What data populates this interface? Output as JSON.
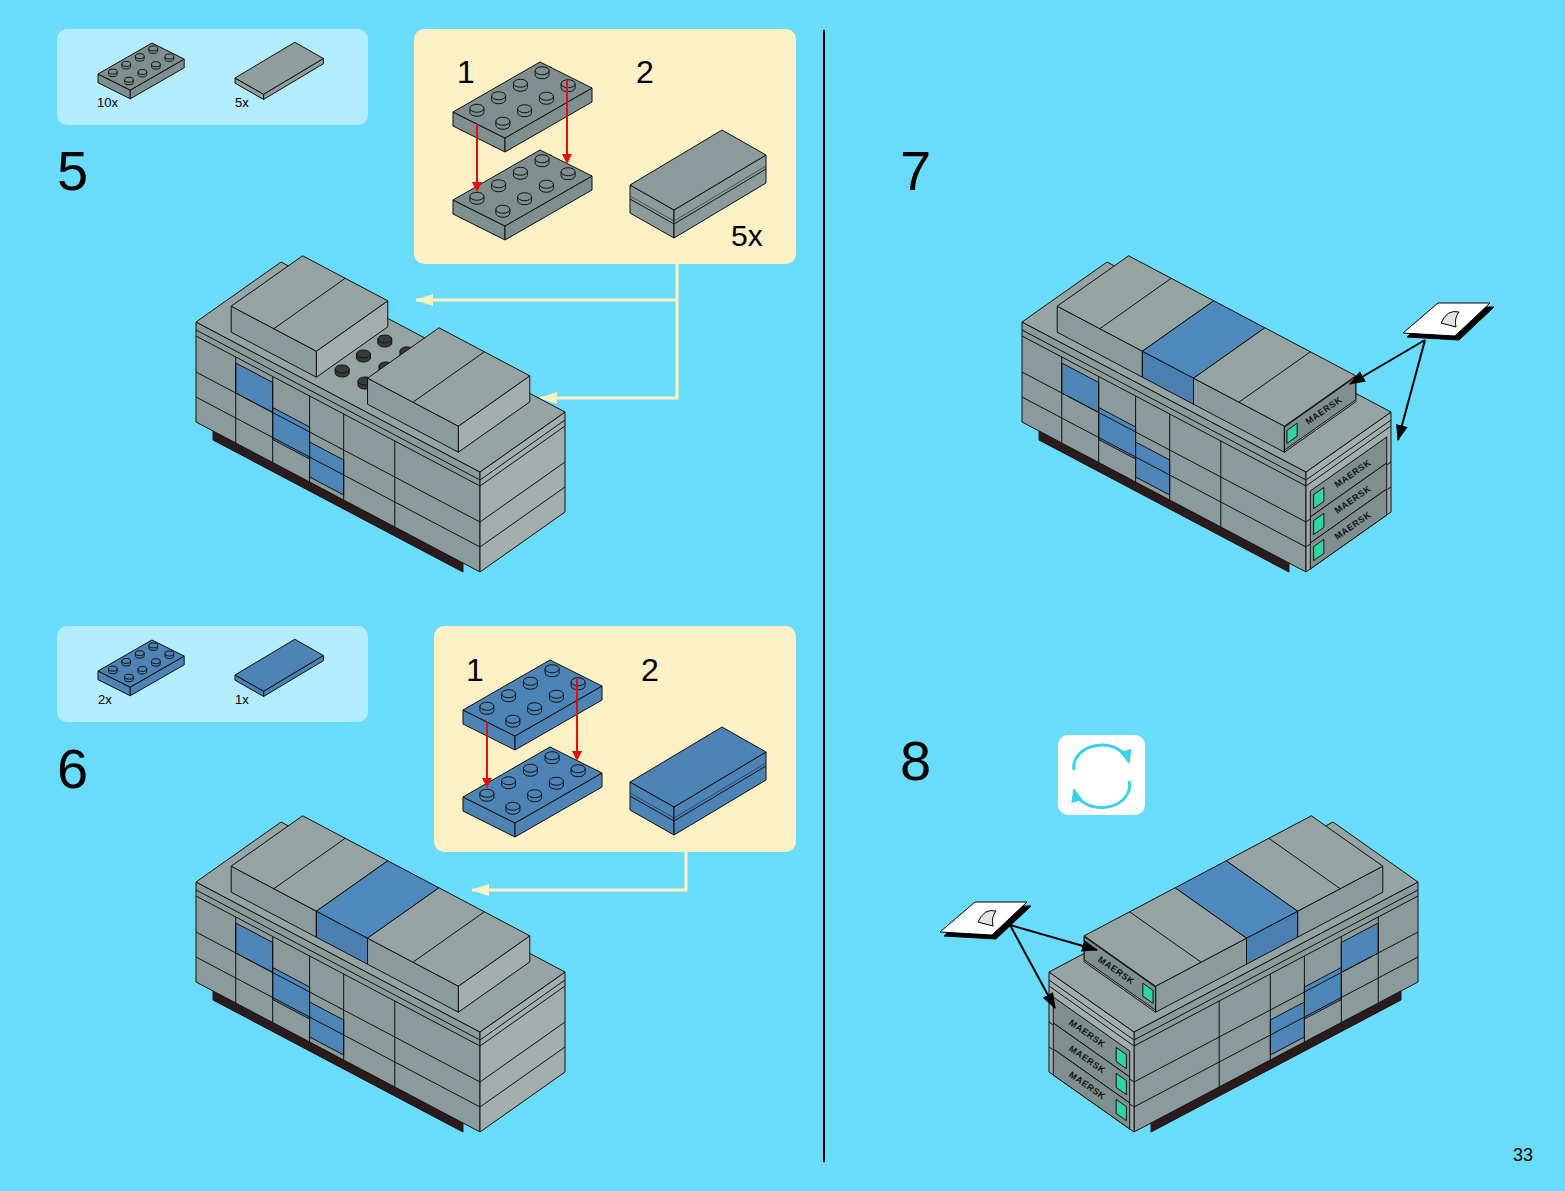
{
  "diagram": {
    "labels": [
      "10x",
      "5x",
      "5",
      "1",
      "2",
      "5x",
      "2x",
      "1x",
      "6",
      "1",
      "2",
      "7",
      "8",
      "MAERSK",
      "MAERSK",
      "MAERSK",
      "MAERSK",
      "MAERSK",
      "MAERSK",
      "MAERSK",
      "MAERSK",
      "33"
    ]
  }
}
